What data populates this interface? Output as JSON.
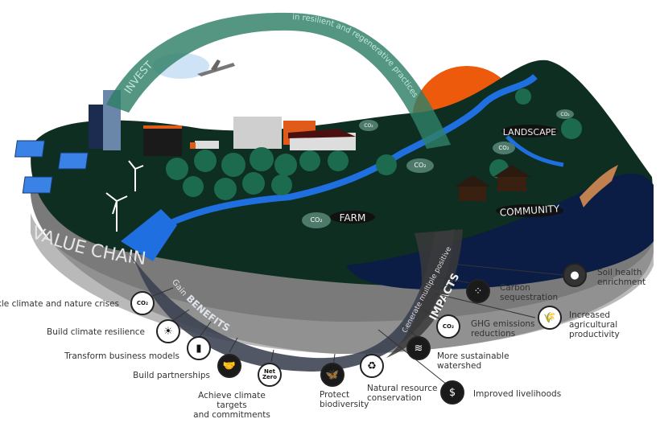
{
  "title": "Invest – Gain Benefits – Generate Impacts: regenerative value chain landscape",
  "arcs": {
    "invest": {
      "label": "INVEST",
      "sublabel": "in resilient and regenerative practices",
      "color": "#2f7f66"
    },
    "benefits": {
      "prefix": "Gain",
      "label": "BENEFITS",
      "color": "#3a4050"
    },
    "impacts": {
      "prefix": "Generate multiple positive",
      "label": "IMPACTS",
      "color": "#3a3a3a"
    }
  },
  "platform": {
    "value_chain_label": "VALUE CHAIN",
    "zones": [
      {
        "id": "farm",
        "label": "FARM"
      },
      {
        "id": "landscape",
        "label": "LANDSCAPE"
      },
      {
        "id": "community",
        "label": "COMMUNITY"
      }
    ],
    "co2_label": "CO₂",
    "colors": {
      "ground": "#0e2e22",
      "water": "#1f6fe0",
      "sea": "#0b1d45",
      "sun": "#ee5a0b",
      "rim": "#6f6f6f"
    }
  },
  "benefits": [
    {
      "label": "Tackle climate and nature crises",
      "icon": "co2-cloud-icon",
      "glyph": "CO₂"
    },
    {
      "label": "Build climate resilience",
      "icon": "sun-cloud-icon",
      "glyph": "☀"
    },
    {
      "label": "Transform business models",
      "icon": "bar-chart-icon",
      "glyph": "▮"
    },
    {
      "label": "Build partnerships",
      "icon": "handshake-icon",
      "glyph": "🤝"
    },
    {
      "label": "Achieve climate targets\nand commitments",
      "icon": "net-zero-icon",
      "glyph": "Net Zero"
    }
  ],
  "impacts": [
    {
      "label": "Protect\nbiodiversity",
      "icon": "butterfly-icon",
      "glyph": "🦋"
    },
    {
      "label": "Natural resource\nconservation",
      "icon": "recycle-leaf-icon",
      "glyph": "♻"
    },
    {
      "label": "Improved livelihoods",
      "icon": "money-bag-icon",
      "glyph": "$"
    },
    {
      "label": "More sustainable\nwatershed",
      "icon": "waterfall-icon",
      "glyph": "≋"
    },
    {
      "label": "GHG emissions\nreductions",
      "icon": "footprint-co2-icon",
      "glyph": "CO₂"
    },
    {
      "label": "Increased agricultural\nproductivity",
      "icon": "crop-icon",
      "glyph": "🌾"
    },
    {
      "label": "Carbon\nsequestration",
      "icon": "molecule-icon",
      "glyph": "⁘"
    },
    {
      "label": "Soil health\nenrichment",
      "icon": "soil-icon",
      "glyph": "●"
    }
  ]
}
